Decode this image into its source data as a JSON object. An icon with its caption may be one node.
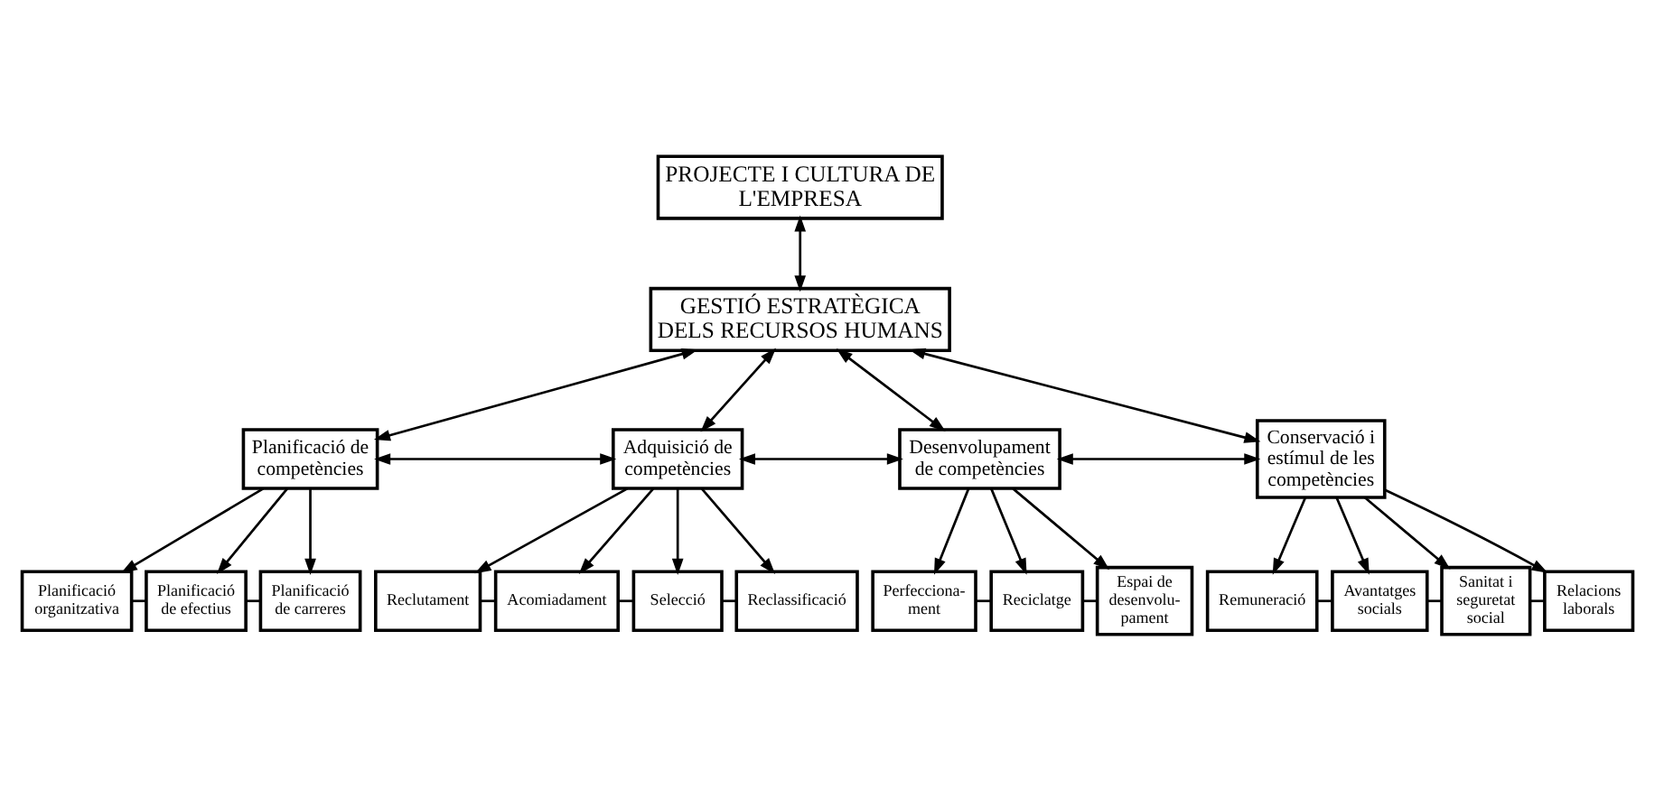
{
  "diagram": {
    "nodes": [
      {
        "text": [
          "PROJECTE I CULTURA DE L'EMPRESA"
        ]
      },
      {
        "text": [
          "GESTIÓ ESTRATÈGICA DELS RECURSOS HUMANS"
        ]
      },
      {
        "text": [
          "Planificació de competències"
        ]
      },
      {
        "text": [
          "Adquisició de competències"
        ]
      },
      {
        "text": [
          "Desenvolupament de competències"
        ]
      },
      {
        "text": [
          "Conservació i estímul de les competències"
        ]
      },
      {
        "text": [
          "Planificació organitzativa"
        ]
      },
      {
        "text": [
          "Planificació de efectius"
        ]
      },
      {
        "text": [
          "Planificació de carreres"
        ]
      },
      {
        "text": [
          "Reclutament"
        ]
      },
      {
        "text": [
          "Acomiadament"
        ]
      },
      {
        "text": [
          "Selecció"
        ]
      },
      {
        "text": [
          "Reclassificació"
        ]
      },
      {
        "text": [
          "Perfecciona- ment"
        ]
      },
      {
        "text": [
          "Reciclatge"
        ]
      },
      {
        "text": [
          "Espai de desenvolu- pament"
        ]
      },
      {
        "text": [
          "Remuneració"
        ]
      },
      {
        "text": [
          "Avantatges socials"
        ]
      },
      {
        "text": [
          "Sanitat i seguretat social"
        ]
      },
      {
        "text": [
          "Relacions laborals"
        ]
      }
    ],
    "edges": [
      {
        "from": 0,
        "to": 1,
        "arrow": "both"
      },
      {
        "from": 1,
        "to": 2,
        "arrow": "both"
      },
      {
        "from": 1,
        "to": 3,
        "arrow": "both"
      },
      {
        "from": 1,
        "to": 4,
        "arrow": "both"
      },
      {
        "from": 1,
        "to": 5,
        "arrow": "both"
      },
      {
        "from": 2,
        "to": 3,
        "arrow": "both"
      },
      {
        "from": 3,
        "to": 4,
        "arrow": "both"
      },
      {
        "from": 4,
        "to": 5,
        "arrow": "both"
      },
      {
        "from": 2,
        "to": 6,
        "arrow": "to"
      },
      {
        "from": 2,
        "to": 7,
        "arrow": "to"
      },
      {
        "from": 2,
        "to": 8,
        "arrow": "to"
      },
      {
        "from": 3,
        "to": 9,
        "arrow": "to"
      },
      {
        "from": 3,
        "to": 10,
        "arrow": "to"
      },
      {
        "from": 3,
        "to": 11,
        "arrow": "to"
      },
      {
        "from": 3,
        "to": 12,
        "arrow": "to"
      },
      {
        "from": 4,
        "to": 13,
        "arrow": "to"
      },
      {
        "from": 4,
        "to": 14,
        "arrow": "to"
      },
      {
        "from": 4,
        "to": 15,
        "arrow": "to"
      },
      {
        "from": 5,
        "to": 16,
        "arrow": "to"
      },
      {
        "from": 5,
        "to": 17,
        "arrow": "to"
      },
      {
        "from": 5,
        "to": 18,
        "arrow": "to"
      },
      {
        "from": 5,
        "to": 19,
        "arrow": "to"
      },
      {
        "from": 6,
        "to": 7,
        "arrow": "none"
      },
      {
        "from": 7,
        "to": 8,
        "arrow": "none"
      },
      {
        "from": 9,
        "to": 10,
        "arrow": "none"
      },
      {
        "from": 10,
        "to": 11,
        "arrow": "none"
      },
      {
        "from": 11,
        "to": 12,
        "arrow": "none"
      },
      {
        "from": 13,
        "to": 14,
        "arrow": "none"
      },
      {
        "from": 14,
        "to": 15,
        "arrow": "none"
      },
      {
        "from": 16,
        "to": 17,
        "arrow": "none"
      },
      {
        "from": 17,
        "to": 18,
        "arrow": "none"
      },
      {
        "from": 18,
        "to": 19,
        "arrow": "none"
      }
    ]
  }
}
